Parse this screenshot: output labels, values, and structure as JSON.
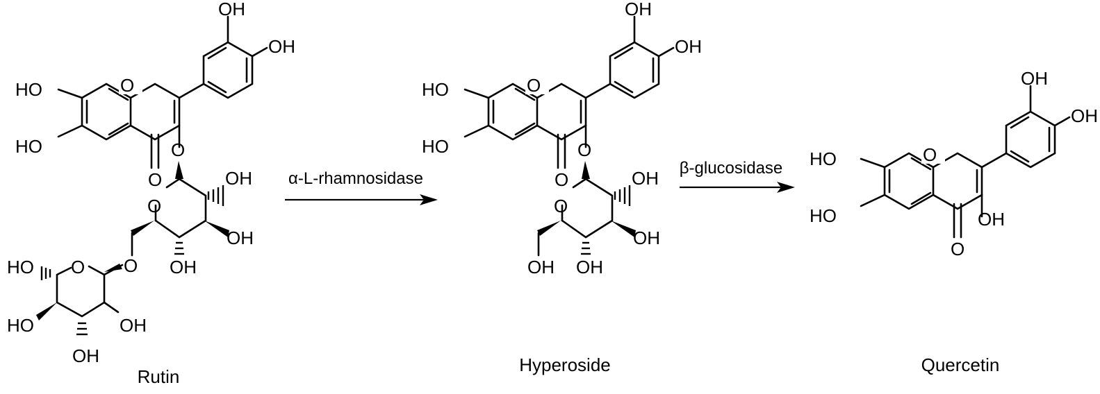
{
  "compounds": [
    {
      "name": "Rutin"
    },
    {
      "name": "Hyperoside"
    },
    {
      "name": "Quercetin"
    }
  ],
  "steps": [
    {
      "enzyme": "α-L-rhamnosidase"
    },
    {
      "enzyme": "β-glucosidase"
    }
  ],
  "atoms": {
    "OH": "OH",
    "HO": "HO",
    "O": "O"
  }
}
